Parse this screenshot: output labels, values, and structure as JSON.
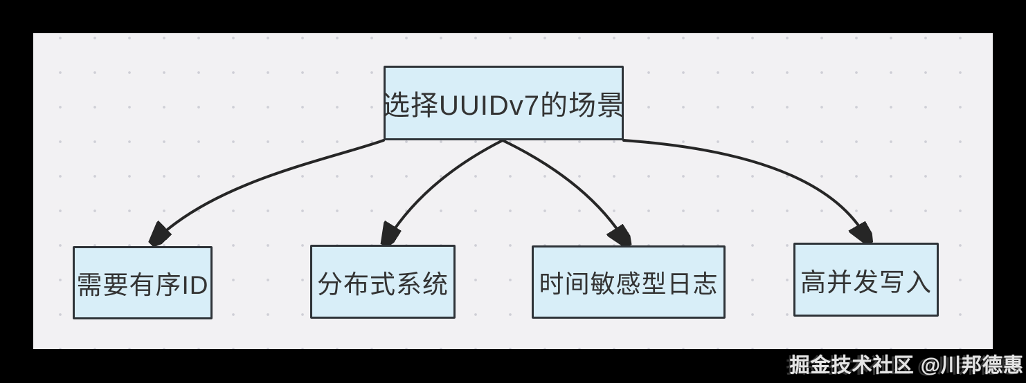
{
  "diagram": {
    "title_node": {
      "label": "选择UUIDv7的场景"
    },
    "children": [
      {
        "label": "需要有序ID"
      },
      {
        "label": "分布式系统"
      },
      {
        "label": "时间敏感型日志"
      },
      {
        "label": "高并发写入"
      }
    ]
  },
  "watermark": {
    "text": "掘金技术社区 @川邦德惠"
  },
  "colors": {
    "frame_bg": "#000000",
    "canvas_bg": "#f2f1f3",
    "dot": "#cfcfd6",
    "node_fill": "#d8eef8",
    "node_border": "#2e3338",
    "arrow": "#262626",
    "text": "#333333",
    "watermark": "#e4e4e4"
  }
}
